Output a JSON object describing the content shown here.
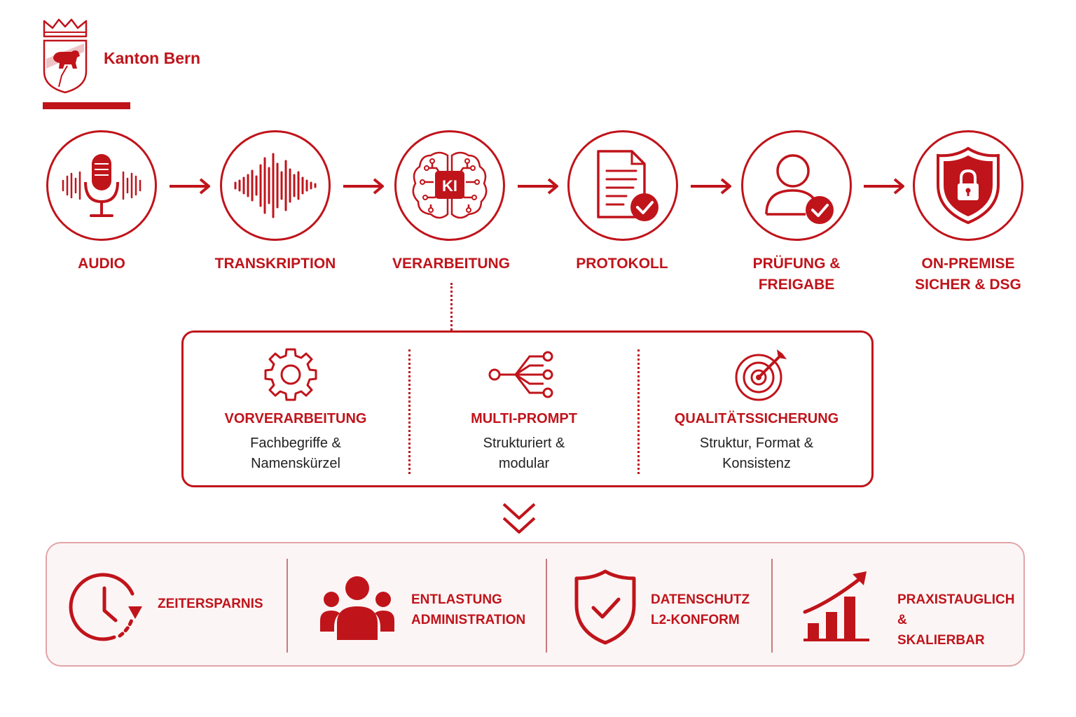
{
  "header": {
    "brand": "Kanton Bern",
    "logo": "bern-coat-of-arms-bear",
    "accent_color": "#c0141b"
  },
  "pipeline": [
    {
      "icon": "microphone-soundwave-icon",
      "label": [
        "AUDIO"
      ]
    },
    {
      "icon": "waveform-icon",
      "label": [
        "TRANSKRIPTION"
      ]
    },
    {
      "icon": "ai-brain-icon",
      "badge": "KI",
      "label": [
        "VERARBEITUNG"
      ]
    },
    {
      "icon": "document-check-icon",
      "label": [
        "PROTOKOLL"
      ]
    },
    {
      "icon": "user-check-icon",
      "label": [
        "PRÜFUNG &",
        "FREIGABE"
      ]
    },
    {
      "icon": "shield-lock-icon",
      "label": [
        "ON-PREMISE",
        "SICHER & DSG"
      ]
    }
  ],
  "ki_details": [
    {
      "icon": "gear-icon",
      "title": "VORVERARBEITUNG",
      "desc": [
        "Fachbegriffe &",
        "Namenskürzel"
      ]
    },
    {
      "icon": "branch-network-icon",
      "title": "MULTI-PROMPT",
      "desc": [
        "Strukturiert &",
        "modular"
      ]
    },
    {
      "icon": "target-icon",
      "title": "QUALITÄTSSICHERUNG",
      "desc": [
        "Struktur, Format &",
        "Konsistenz"
      ]
    }
  ],
  "benefits": [
    {
      "icon": "clock-icon",
      "label": [
        "ZEITERSPARNIS"
      ]
    },
    {
      "icon": "people-icon",
      "label": [
        "ENTLASTUNG",
        "ADMINISTRATION"
      ]
    },
    {
      "icon": "shield-check-icon",
      "label": [
        "DATENSCHUTZ",
        "L2-KONFORM"
      ]
    },
    {
      "icon": "growth-chart-icon",
      "label": [
        "PRAXISTAUGLICH &",
        "SKALIERBAR"
      ]
    }
  ]
}
